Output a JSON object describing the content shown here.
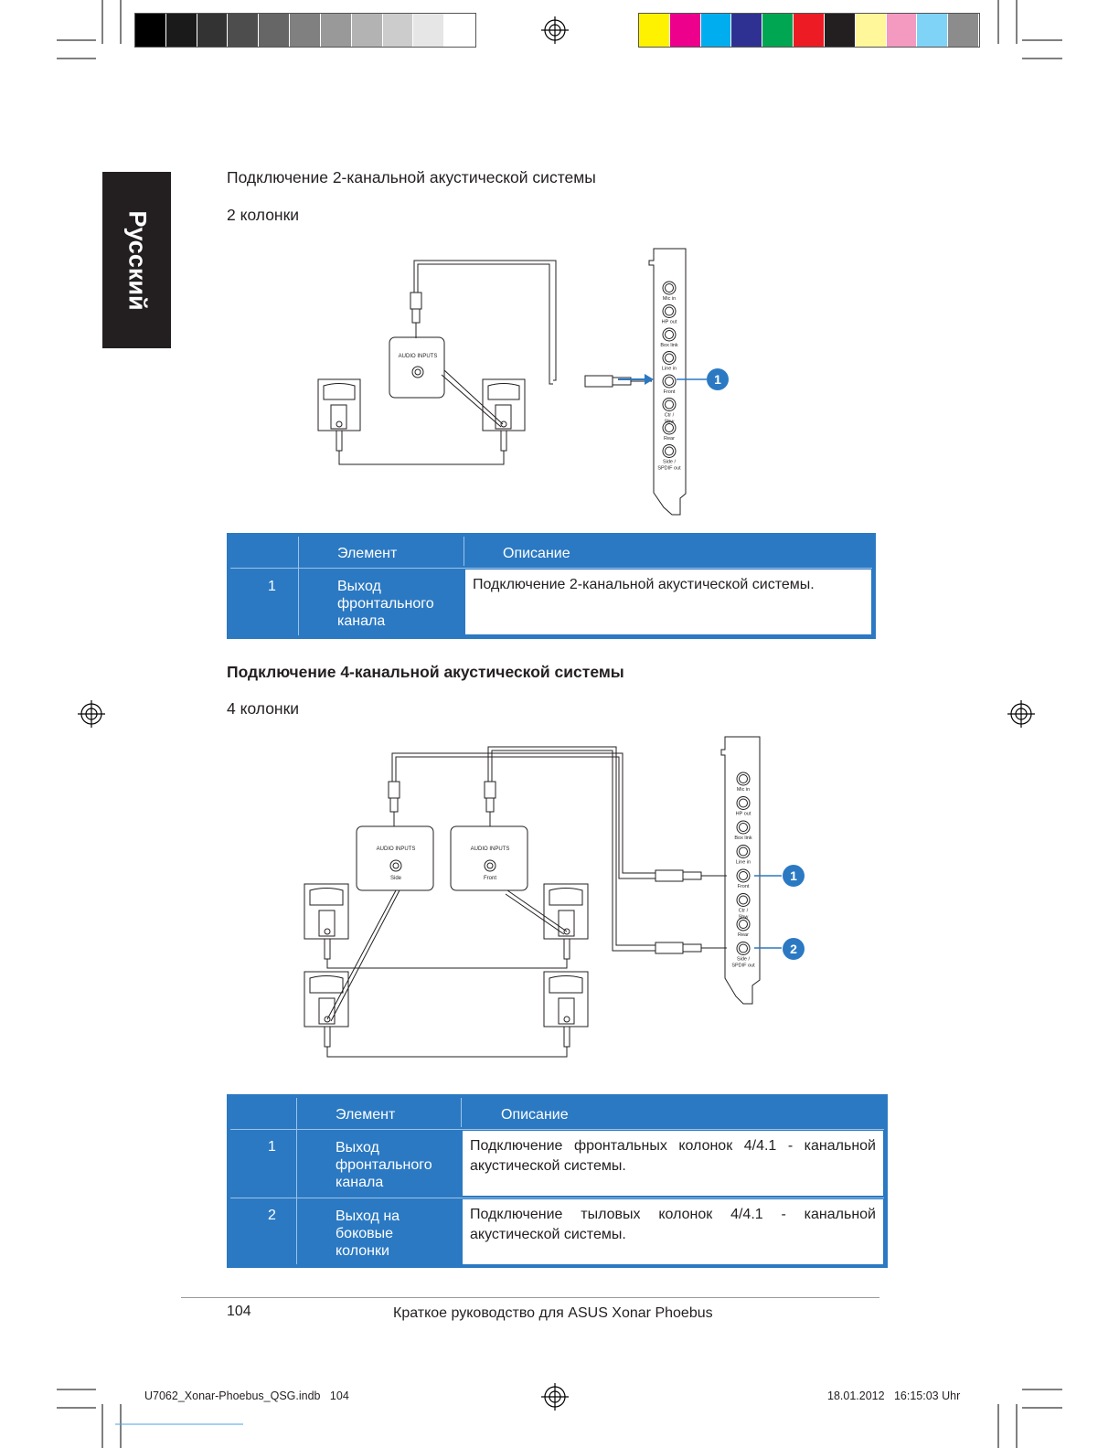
{
  "side_tab": "Русский",
  "section1": {
    "heading": "Подключение 2-канальной акустической системы",
    "speakers_label": "2 колонки",
    "diagram": {
      "card_ports": [
        "Mic in",
        "HP out",
        "Box link",
        "Line in",
        "Front",
        "Ctr / Sbw",
        "Rear",
        "Side / SPDIF out"
      ],
      "audio_inputs": "AUDIO INPUTS",
      "callouts": [
        "1"
      ]
    },
    "table": {
      "col_element": "Элемент",
      "col_description": "Описание",
      "rows": [
        {
          "num": "1",
          "element": [
            "Выход",
            "фронтального",
            "канала"
          ],
          "description": "Подключение 2-канальной акустической системы."
        }
      ]
    }
  },
  "section2": {
    "heading": "Подключение 4-канальной акустической системы",
    "speakers_label": "4 колонки",
    "diagram": {
      "card_ports": [
        "Mic in",
        "HP out",
        "Box link",
        "Line in",
        "Front",
        "Ctr / Sbw",
        "Rear",
        "Side / SPDIF out"
      ],
      "audio_inputs": "AUDIO INPUTS",
      "box_left_label": "Side",
      "box_right_label": "Front",
      "callouts": [
        "1",
        "2"
      ]
    },
    "table": {
      "col_element": "Элемент",
      "col_description": "Описание",
      "rows": [
        {
          "num": "1",
          "element": [
            "Выход",
            "фронтального",
            "канала"
          ],
          "description": "Подключение фронтальных колонок 4/4.1 - канальной акустической системы."
        },
        {
          "num": "2",
          "element": [
            "Выход на",
            "боковые",
            "колонки"
          ],
          "description": "Подключение тыловых колонок 4/4.1 - канальной акустической системы."
        }
      ]
    }
  },
  "footer": {
    "page_number": "104",
    "title": "Краткое руководство для ASUS Xonar Phoebus"
  },
  "slug": {
    "left": "U7062_Xonar-Phoebus_QSG.indb   104",
    "right": "18.01.2012   16:15:03 Uhr"
  },
  "colors": {
    "table_blue": "#2b79c2",
    "callout_blue": "#2b79c2",
    "grayscale_bar": [
      "#000000",
      "#1a1a1a",
      "#333333",
      "#4d4d4d",
      "#666666",
      "#808080",
      "#999999",
      "#b3b3b3",
      "#cccccc",
      "#e6e6e6",
      "#ffffff"
    ],
    "color_bar": [
      "#fff200",
      "#ec008c",
      "#00aeef",
      "#2e3192",
      "#00a651",
      "#ed1c24",
      "#231f20",
      "#fff799",
      "#f49ac1",
      "#7fd3f7",
      "#8c8c8c"
    ]
  }
}
